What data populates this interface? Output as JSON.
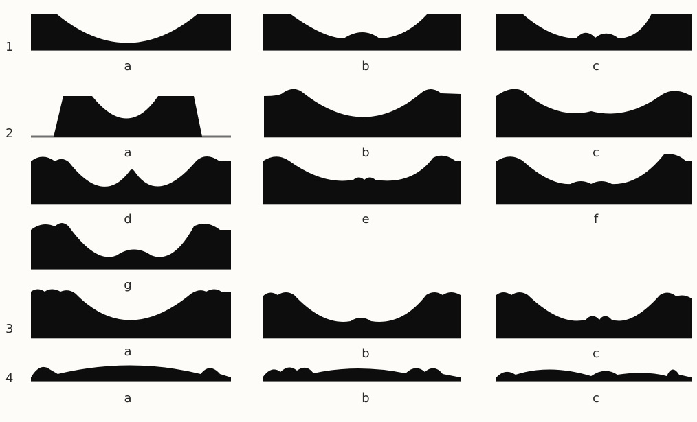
{
  "rows": [
    {
      "label": "1",
      "panels": [
        {
          "label": "a"
        },
        {
          "label": "b"
        },
        {
          "label": "c"
        }
      ]
    },
    {
      "label": "2",
      "panels": [
        {
          "label": "a"
        },
        {
          "label": "b"
        },
        {
          "label": "c"
        },
        {
          "label": "d"
        },
        {
          "label": "e"
        },
        {
          "label": "f"
        },
        {
          "label": "g"
        }
      ]
    },
    {
      "label": "3",
      "panels": [
        {
          "label": "a"
        },
        {
          "label": "b"
        },
        {
          "label": "c"
        }
      ]
    },
    {
      "label": "4",
      "panels": [
        {
          "label": "a"
        },
        {
          "label": "b"
        },
        {
          "label": "c"
        }
      ]
    }
  ],
  "colors": {
    "fill": "#0d0d0d",
    "baseline": "#6f6f6f",
    "background": "#fdfcf9"
  }
}
